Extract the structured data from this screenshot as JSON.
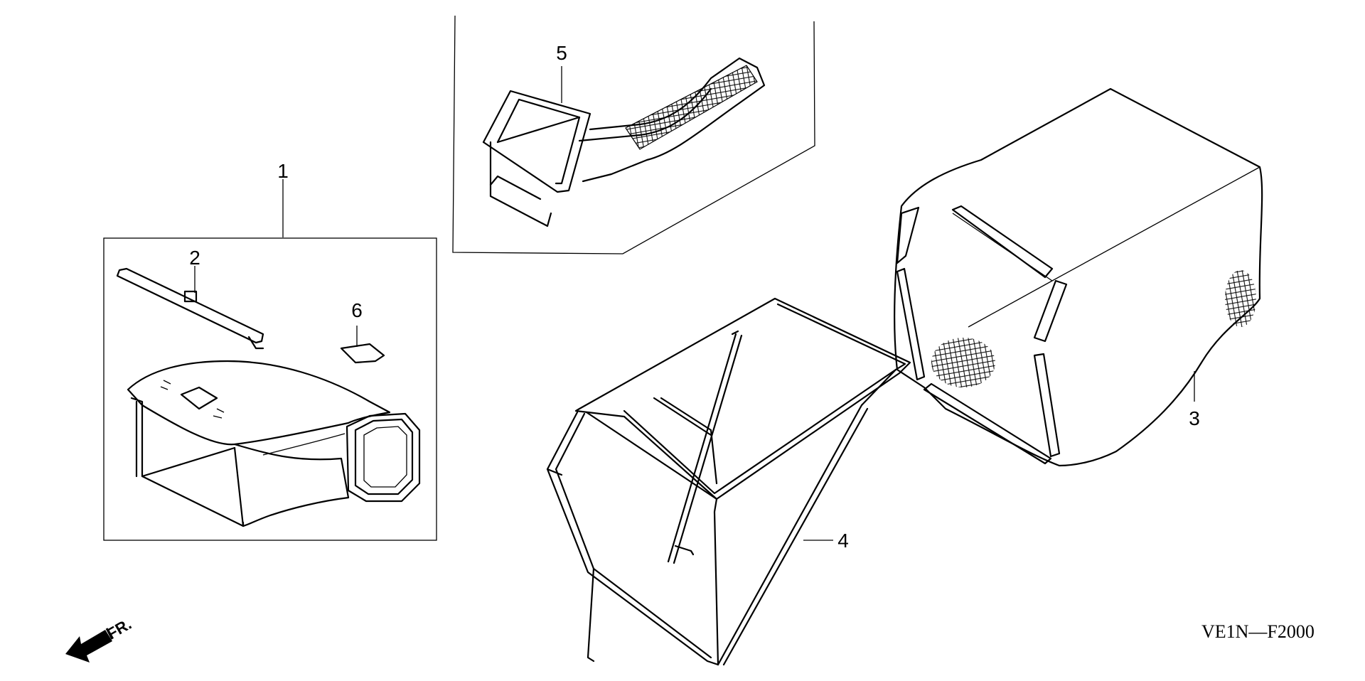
{
  "diagram": {
    "callouts": {
      "c1": "1",
      "c2": "2",
      "c3": "3",
      "c4": "4",
      "c5": "5",
      "c6": "6"
    },
    "direction_label": "FR.",
    "drawing_code": "VE1N—F2000"
  }
}
